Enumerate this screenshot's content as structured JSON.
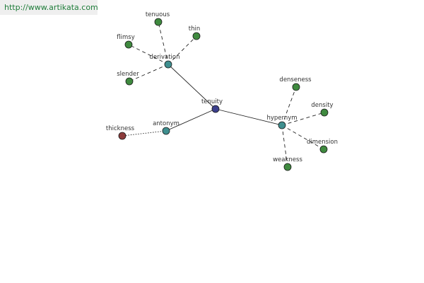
{
  "watermark": {
    "text": "http://www.artikata.com"
  },
  "colors": {
    "root": "#3b3f8c",
    "relation": "#3f8f8f",
    "synonym": "#3f8a3f",
    "antonym": "#8c3b3b",
    "edge": "#222222"
  },
  "nodes": [
    {
      "id": "tenuity",
      "label": "tenuity",
      "kind": "root"
    },
    {
      "id": "derivation",
      "label": "derivation",
      "kind": "relation"
    },
    {
      "id": "antonym",
      "label": "antonym",
      "kind": "relation"
    },
    {
      "id": "hypernym",
      "label": "hypernym",
      "kind": "relation"
    },
    {
      "id": "tenuous",
      "label": "tenuous",
      "kind": "synonym"
    },
    {
      "id": "thin",
      "label": "thin",
      "kind": "synonym"
    },
    {
      "id": "flimsy",
      "label": "flimsy",
      "kind": "synonym"
    },
    {
      "id": "slender",
      "label": "slender",
      "kind": "synonym"
    },
    {
      "id": "thickness",
      "label": "thickness",
      "kind": "antonym"
    },
    {
      "id": "denseness",
      "label": "denseness",
      "kind": "synonym"
    },
    {
      "id": "density",
      "label": "density",
      "kind": "synonym"
    },
    {
      "id": "dimension",
      "label": "dimension",
      "kind": "synonym"
    },
    {
      "id": "weakness",
      "label": "weakness",
      "kind": "synonym"
    }
  ],
  "edges": [
    {
      "from": "tenuity",
      "to": "derivation",
      "style": "solid"
    },
    {
      "from": "tenuity",
      "to": "antonym",
      "style": "solid"
    },
    {
      "from": "tenuity",
      "to": "hypernym",
      "style": "solid"
    },
    {
      "from": "derivation",
      "to": "tenuous",
      "style": "dashed"
    },
    {
      "from": "derivation",
      "to": "thin",
      "style": "dashed"
    },
    {
      "from": "derivation",
      "to": "flimsy",
      "style": "dashed"
    },
    {
      "from": "derivation",
      "to": "slender",
      "style": "dashed"
    },
    {
      "from": "antonym",
      "to": "thickness",
      "style": "dotted"
    },
    {
      "from": "hypernym",
      "to": "denseness",
      "style": "dashed"
    },
    {
      "from": "hypernym",
      "to": "density",
      "style": "dashed"
    },
    {
      "from": "hypernym",
      "to": "dimension",
      "style": "dashed"
    },
    {
      "from": "hypernym",
      "to": "weakness",
      "style": "dashed"
    }
  ]
}
